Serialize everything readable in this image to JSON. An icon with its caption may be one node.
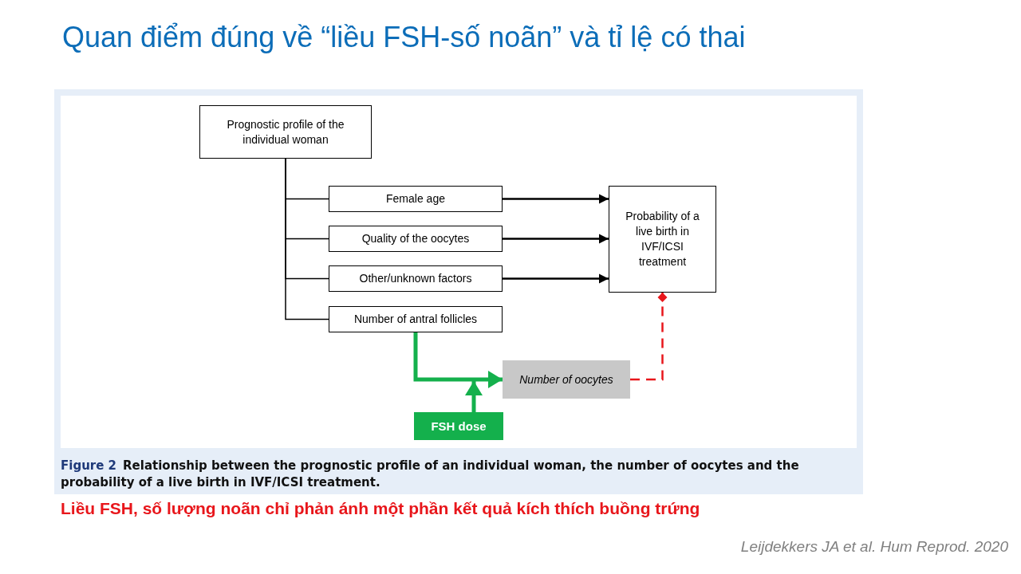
{
  "diagram": {
    "title": "Quan điểm đúng về “liều FSH-số noãn” và tỉ lệ có thai",
    "caption": "Relationship between the prognostic profile of an individual woman, the number of oocytes and the probability of a live birth in IVF/ICSI treatment.",
    "nodes": [
      {
        "text": [
          "Prognostic profile of the individual woman"
        ]
      },
      {
        "text": [
          "Female age"
        ]
      },
      {
        "text": [
          "Quality of the oocytes"
        ]
      },
      {
        "text": [
          "Other/unknown factors"
        ]
      },
      {
        "text": [
          "Number of antral follicles"
        ]
      },
      {
        "text": [
          "Probability of a live birth in IVF/ICSI treatment"
        ]
      },
      {
        "text": [
          "Number of oocytes"
        ]
      },
      {
        "text": [
          "FSH dose"
        ]
      }
    ],
    "edges": [
      {
        "from": 0,
        "to": 1,
        "arrow": "none"
      },
      {
        "from": 0,
        "to": 2,
        "arrow": "none"
      },
      {
        "from": 0,
        "to": 3,
        "arrow": "none"
      },
      {
        "from": 0,
        "to": 4,
        "arrow": "none"
      },
      {
        "from": 1,
        "to": 5,
        "arrow": "to"
      },
      {
        "from": 2,
        "to": 5,
        "arrow": "to"
      },
      {
        "from": 3,
        "to": 5,
        "arrow": "to"
      },
      {
        "from": 4,
        "to": 6,
        "arrow": "to",
        "style": "thick",
        "color": "#14b04c"
      },
      {
        "from": 7,
        "to": 6,
        "arrow": "to",
        "style": "thick",
        "color": "#14b04c"
      },
      {
        "from": 6,
        "to": 5,
        "arrow": "other",
        "style": "dashed",
        "color": "#e8161b"
      }
    ],
    "labels": [
      "Figure 2",
      "Liều FSH, số lượng noãn chỉ phản ánh một phần kết quả kích thích buồng trứng",
      "Leijdekkers JA et al. Hum Reprod. 2020"
    ]
  }
}
